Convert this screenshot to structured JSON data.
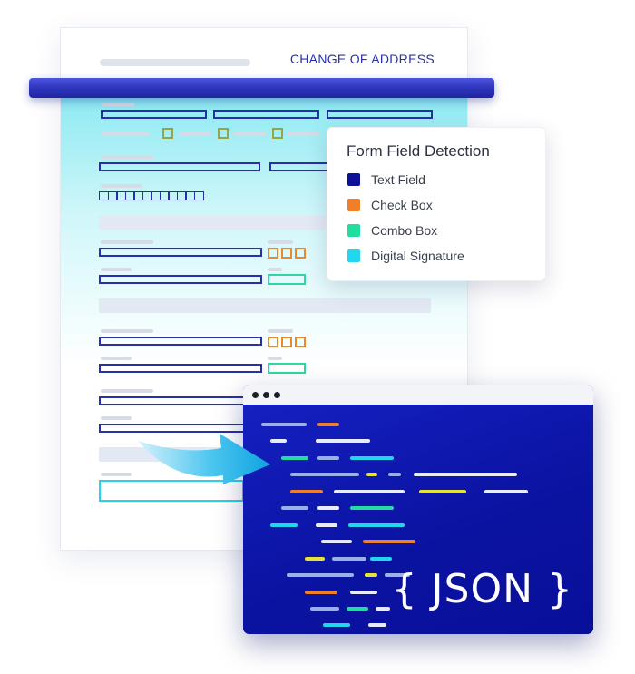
{
  "document": {
    "title": "CHANGE OF ADDRESS"
  },
  "legend": {
    "title": "Form Field Detection",
    "items": [
      {
        "label": "Text Field",
        "color": "#0c1195"
      },
      {
        "label": "Check Box",
        "color": "#f07f2a"
      },
      {
        "label": "Combo Box",
        "color": "#22dca0"
      },
      {
        "label": "Digital Signature",
        "color": "#22d6ee"
      }
    ]
  },
  "output": {
    "label": "{ JSON }"
  },
  "colors": {
    "accent": "#1f25a0",
    "json_bg": "#0c14a8",
    "arrow": "#1fb7e8"
  }
}
